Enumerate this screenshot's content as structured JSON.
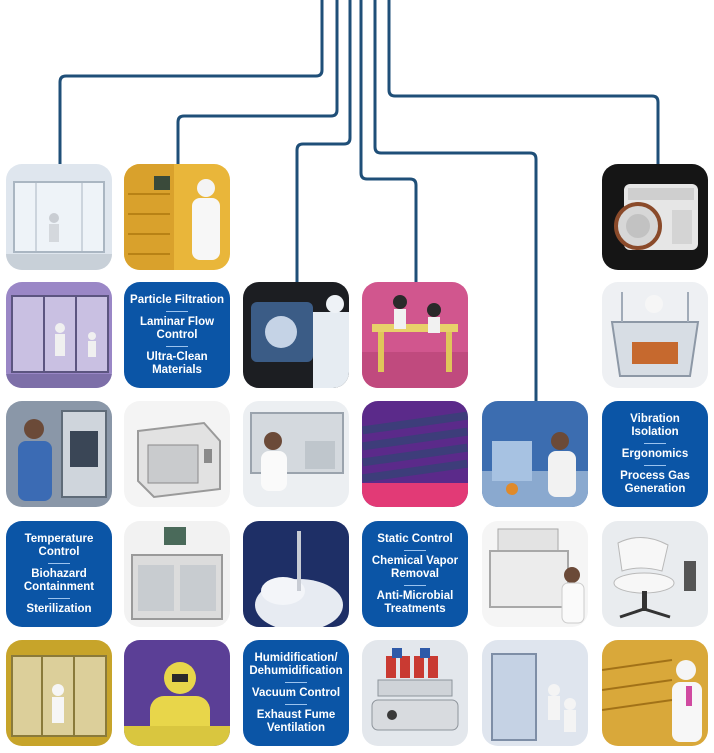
{
  "colors": {
    "tile_blue": "#0b55a6",
    "connector": "#1f4f78"
  },
  "tiles": {
    "t1": {
      "icon": "softwall-cleanroom-photo"
    },
    "t2": {
      "icon": "cleanroom-technician-photo"
    },
    "t3": {
      "icon": "autoclave-sterilizer-photo"
    },
    "t4": {
      "icon": "modular-cleanroom-photo"
    },
    "t5": {
      "items": [
        "Particle Filtration",
        "Laminar Flow Control",
        "Ultra-Clean Materials"
      ]
    },
    "t6": {
      "icon": "glovebox-isolator-photo"
    },
    "t7": {
      "icon": "lab-workstation-photo"
    },
    "t8": {
      "icon": "acrylic-enclosure-photo"
    },
    "t9": {
      "icon": "pass-through-chamber-photo"
    },
    "t10": {
      "icon": "desiccator-cabinet-photo"
    },
    "t11": {
      "icon": "biosafety-cabinet-photo"
    },
    "t12": {
      "icon": "ionizing-bar-photo"
    },
    "t13": {
      "icon": "fume-hood-photo"
    },
    "t14": {
      "items": [
        "Vibration Isolation",
        "Ergonomics",
        "Process Gas Generation"
      ]
    },
    "t15": {
      "items": [
        "Temperature Control",
        "Biohazard Containment",
        "Sterilization"
      ]
    },
    "t16": {
      "icon": "incubator-cabinet-photo"
    },
    "t17": {
      "icon": "cryogenic-vapor-photo"
    },
    "t18": {
      "items": [
        "Static Control",
        "Chemical Vapor Removal",
        "Anti-Microbial Treatments"
      ]
    },
    "t19": {
      "icon": "laminar-flow-hood-photo"
    },
    "t20": {
      "icon": "cleanroom-chair-photo"
    },
    "t21": {
      "icon": "cleanroom-corridor-photo"
    },
    "t22": {
      "icon": "bunny-suit-worker-photo"
    },
    "t23": {
      "items": [
        "Humidification/ Dehumidification",
        "Vacuum Control",
        "Exhaust Fume Ventilation"
      ]
    },
    "t24": {
      "icon": "orbital-shaker-photo"
    },
    "t25": {
      "icon": "walk-in-enclosure-photo"
    },
    "t26": {
      "icon": "yellow-light-cleanroom-photo"
    }
  }
}
